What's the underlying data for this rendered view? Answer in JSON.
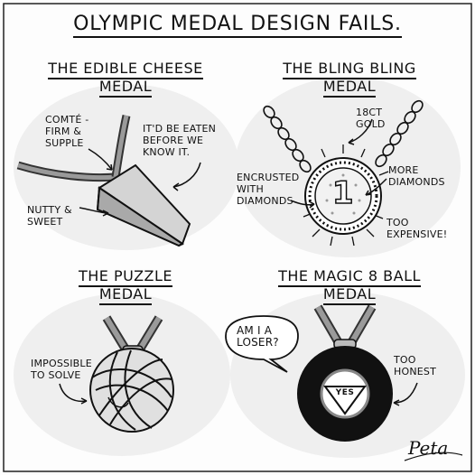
{
  "title": "OLYMPIC MEDAL DESIGN FAILS.",
  "panels": {
    "cheese": {
      "title_line1": "THE EDIBLE CHEESE",
      "title_line2": "MEDAL",
      "note_comte": [
        "COMTÉ -",
        "FIRM &",
        "SUPPLE"
      ],
      "note_eaten": [
        "IT'D BE EATEN",
        "BEFORE WE",
        "KNOW IT."
      ],
      "note_nutty": [
        "NUTTY &",
        "SWEET"
      ]
    },
    "bling": {
      "title_line1": "THE BLING BLING",
      "title_line2": "MEDAL",
      "note_gold": [
        "18CT",
        "GOLD"
      ],
      "note_encrusted": [
        "ENCRUSTED",
        "WITH",
        "DIAMONDS"
      ],
      "note_more": [
        "MORE",
        "DIAMONDS"
      ],
      "note_expensive": [
        "TOO",
        "EXPENSIVE!"
      ],
      "medal_number": "1"
    },
    "puzzle": {
      "title_line1": "THE PUZZLE",
      "title_line2": "MEDAL",
      "note_impossible": [
        "IMPOSSIBLE",
        "TO SOLVE"
      ]
    },
    "magic8": {
      "title_line1": "THE MAGIC 8 BALL",
      "title_line2": "MEDAL",
      "speech": [
        "AM I A",
        "LOSER?"
      ],
      "note_honest": [
        "TOO",
        "HONEST"
      ],
      "answer": "YES"
    }
  },
  "signature": "Peta",
  "colors": {
    "ink": "#111111",
    "ribbon": "#9a9a9a",
    "panel_bg": "#ececec",
    "cheese": "#cfcfcf"
  }
}
